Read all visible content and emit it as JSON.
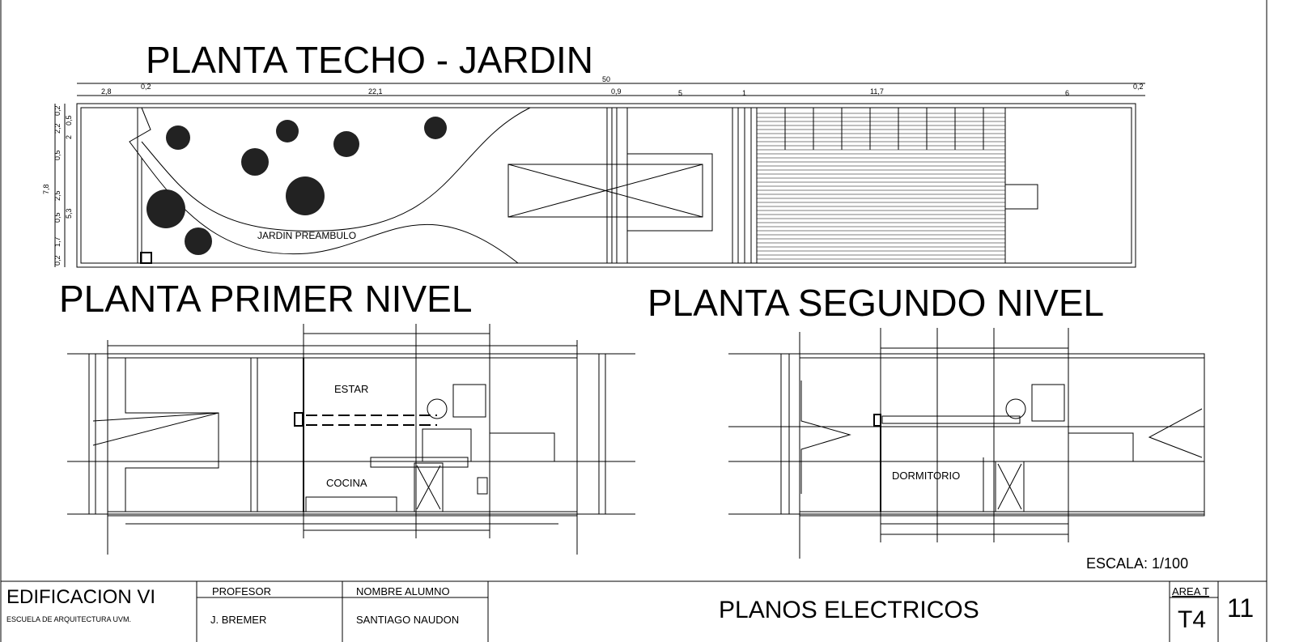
{
  "titles": {
    "roof": "PLANTA TECHO - JARDIN",
    "first": "PLANTA PRIMER NIVEL",
    "second": "PLANTA SEGUNDO NIVEL"
  },
  "roof_plan": {
    "top_dims": [
      "2,8",
      "0,2",
      "22,1",
      "50",
      "0,9",
      "5",
      "1",
      "11,7",
      "6",
      "0,2"
    ],
    "left_dims": [
      "0,2",
      "2,2",
      "0,5",
      "2,5",
      "0,5",
      "1,7",
      "0,2",
      "7,8",
      "2",
      "0,5",
      "5,3"
    ],
    "room_label": "JARDIN PREAMBULO"
  },
  "first_plan": {
    "rooms": [
      "ESTAR",
      "COCINA"
    ]
  },
  "second_plan": {
    "rooms": [
      "DORMITORIO"
    ]
  },
  "scale": "ESCALA: 1/100",
  "title_block": {
    "course": "EDIFICACION VI",
    "school": "ESCUELA DE ARQUITECTURA UVM.",
    "professor_label": "PROFESOR",
    "professor": "J. BREMER",
    "student_label": "NOMBRE ALUMNO",
    "student": "SANTIAGO NAUDON",
    "sheet_title": "PLANOS ELECTRICOS",
    "area_label": "AREA T",
    "area": "T4",
    "sheet_number": "11"
  }
}
